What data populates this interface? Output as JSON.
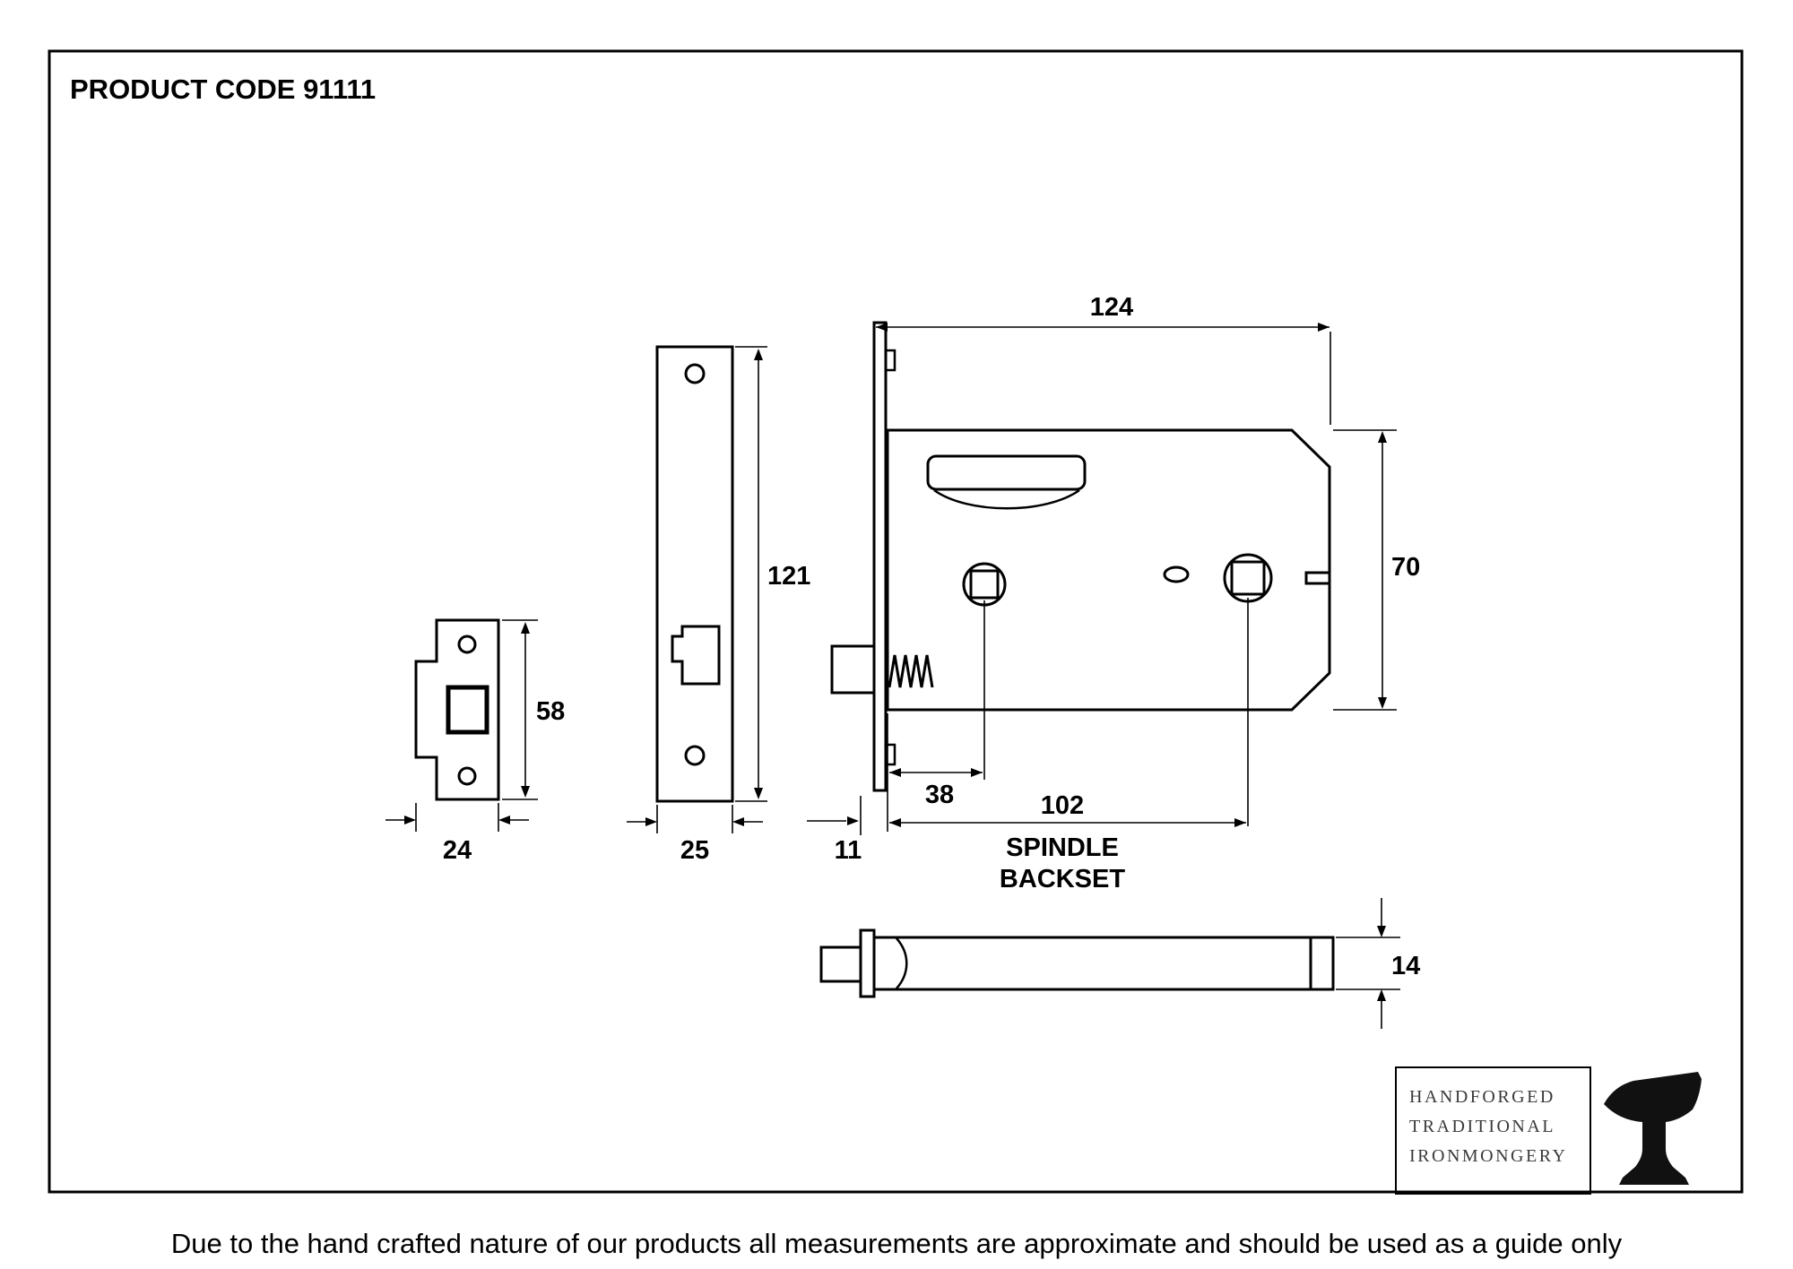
{
  "header": {
    "product_code": "PRODUCT CODE 91111"
  },
  "drawing": {
    "dimensions": {
      "strike_plate_height": "58",
      "strike_plate_width": "24",
      "faceplate_height": "121",
      "faceplate_width": "25",
      "body_length": "124",
      "body_height": "70",
      "spindle_offset": "38",
      "spindle_backset": "102",
      "faceplate_projection": "11",
      "tube_height": "14"
    },
    "annotations": {
      "spindle_line1": "SPINDLE",
      "spindle_line2": "BACKSET"
    }
  },
  "logo": {
    "line1": "HANDFORGED",
    "line2": "TRADITIONAL",
    "line3": "IRONMONGERY"
  },
  "footer": {
    "disclaimer": "Due to the hand crafted nature of our products all measurements are approximate and should be used as a guide only"
  }
}
